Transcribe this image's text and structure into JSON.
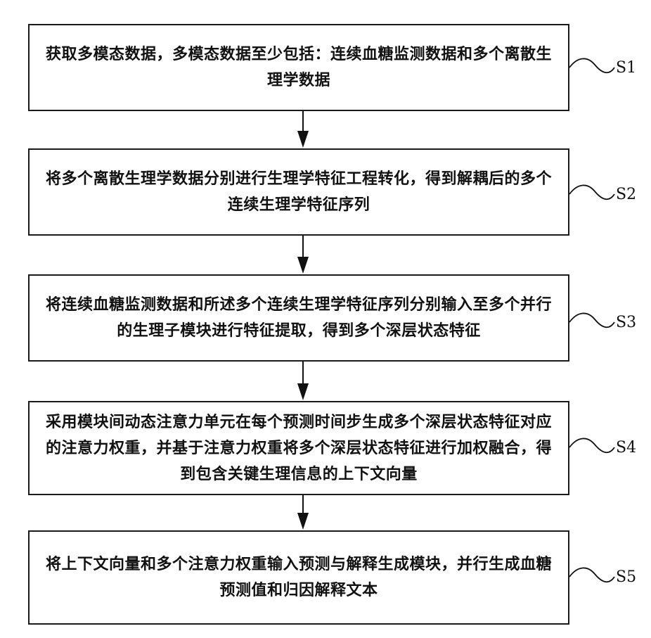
{
  "steps": [
    {
      "id": "S1",
      "text": "获取多模态数据，多模态数据至少包括：连续血糖监测数据和多个离散生理学数据"
    },
    {
      "id": "S2",
      "text": "将多个离散生理学数据分别进行生理学特征工程转化，得到解耦后的多个连续生理学特征序列"
    },
    {
      "id": "S3",
      "text": "将连续血糖监测数据和所述多个连续生理学特征序列分别输入至多个并行的生理子模块进行特征提取，得到多个深层状态特征"
    },
    {
      "id": "S4",
      "text": "采用模块间动态注意力单元在每个预测时间步生成多个深层状态特征对应的注意力权重，并基于注意力权重将多个深层状态特征进行加权融合，得到包含关键生理信息的上下文向量"
    },
    {
      "id": "S5",
      "text": "将上下文向量和多个注意力权重输入预测与解释生成模块，并行生成血糖预测值和归因解释文本"
    }
  ]
}
